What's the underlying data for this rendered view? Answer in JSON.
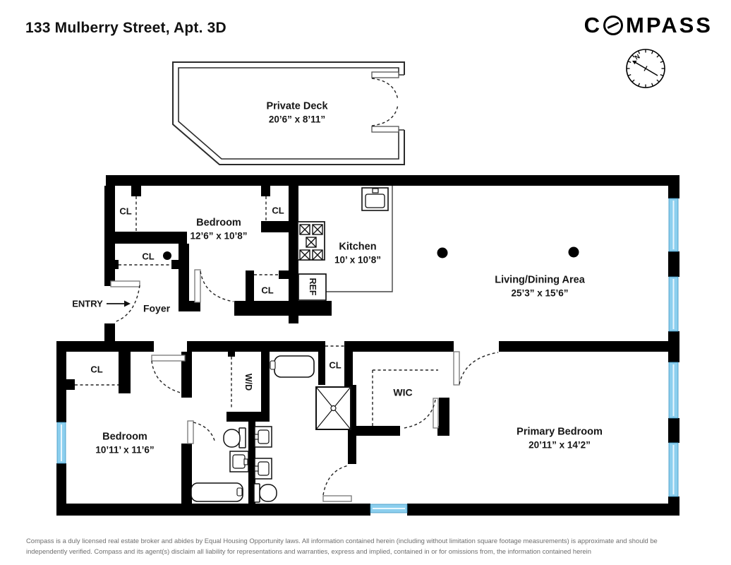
{
  "header": {
    "title": "133 Mulberry Street, Apt. 3D",
    "brand": "COMPASS",
    "brand_display": {
      "before_o": "C",
      "after_o": "MPASS"
    }
  },
  "compass_rose": {
    "north_label": "N"
  },
  "labels": {
    "entry": "ENTRY",
    "closet": "CL",
    "washer_dryer": "W/D",
    "refrigerator": "REF"
  },
  "rooms": {
    "private_deck": {
      "name": "Private Deck",
      "dims": "20’6” x 8’11”"
    },
    "bedroom_top": {
      "name": "Bedroom",
      "dims": "12’6” x 10’8”"
    },
    "kitchen": {
      "name": "Kitchen",
      "dims": "10’ x 10’8”"
    },
    "living_dining": {
      "name": "Living/Dining Area",
      "dims": "25’3” x 15’6”"
    },
    "bedroom_left": {
      "name": "Bedroom",
      "dims": "10’11’ x 11’6”"
    },
    "primary_bedroom": {
      "name": "Primary Bedroom",
      "dims": "20’11” x 14’2”"
    },
    "foyer": {
      "name": "Foyer"
    },
    "wic": {
      "name": "WIC"
    }
  },
  "colors": {
    "wall": "#000000",
    "window_fill": "#8ccfee",
    "window_edge": "#3d93c0"
  },
  "footer": {
    "line1": "Compass is a duly licensed real estate broker and abides by Equal Housing Opportunity laws.  All information contained herein (including without limitation square footage measurements) is approximate and should be",
    "line2": "independently verified. Compass and its agent(s) disclaim all liability for representations and warranties, express and implied, contained in or for omissions from, the information contained herein"
  }
}
